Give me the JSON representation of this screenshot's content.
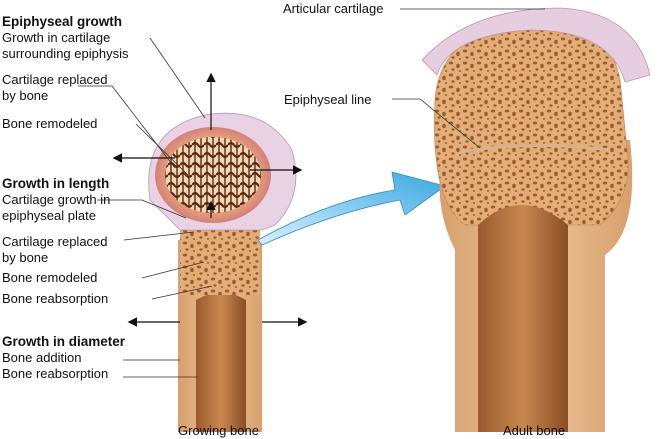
{
  "left_labels": {
    "epiphyseal_growth_heading": "Epiphyseal growth",
    "epiphyseal_growth_line1": "Growth in cartilage",
    "epiphyseal_growth_line2": "surrounding epiphysis",
    "cartilage_replaced_1_line1": "Cartilage replaced",
    "cartilage_replaced_1_line2": "by bone",
    "bone_remodeled_1": "Bone remodeled",
    "growth_in_length_heading": "Growth in length",
    "cartilage_growth_line1": "Cartilage growth in",
    "cartilage_growth_line2": "epiphyseal plate",
    "cartilage_replaced_2_line1": "Cartilage replaced",
    "cartilage_replaced_2_line2": "by bone",
    "bone_remodeled_2": "Bone remodeled",
    "bone_reabsorption_1": "Bone reabsorption",
    "growth_in_diameter_heading": "Growth in diameter",
    "bone_addition": "Bone addition",
    "bone_reabsorption_2": "Bone reabsorption"
  },
  "right_labels": {
    "articular_cartilage": "Articular cartilage",
    "epiphyseal_line": "Epiphyseal line"
  },
  "captions": {
    "growing_bone": "Growing bone",
    "adult_bone": "Adult  bone"
  },
  "colors": {
    "bone": "#e8b98a",
    "bone_shadow": "#c98f5c",
    "spongy_hole": "#6b3a1c",
    "cartilage": "#e6cde0",
    "arrow_blue": "#4fb3e6",
    "leader_line": "#333333"
  }
}
